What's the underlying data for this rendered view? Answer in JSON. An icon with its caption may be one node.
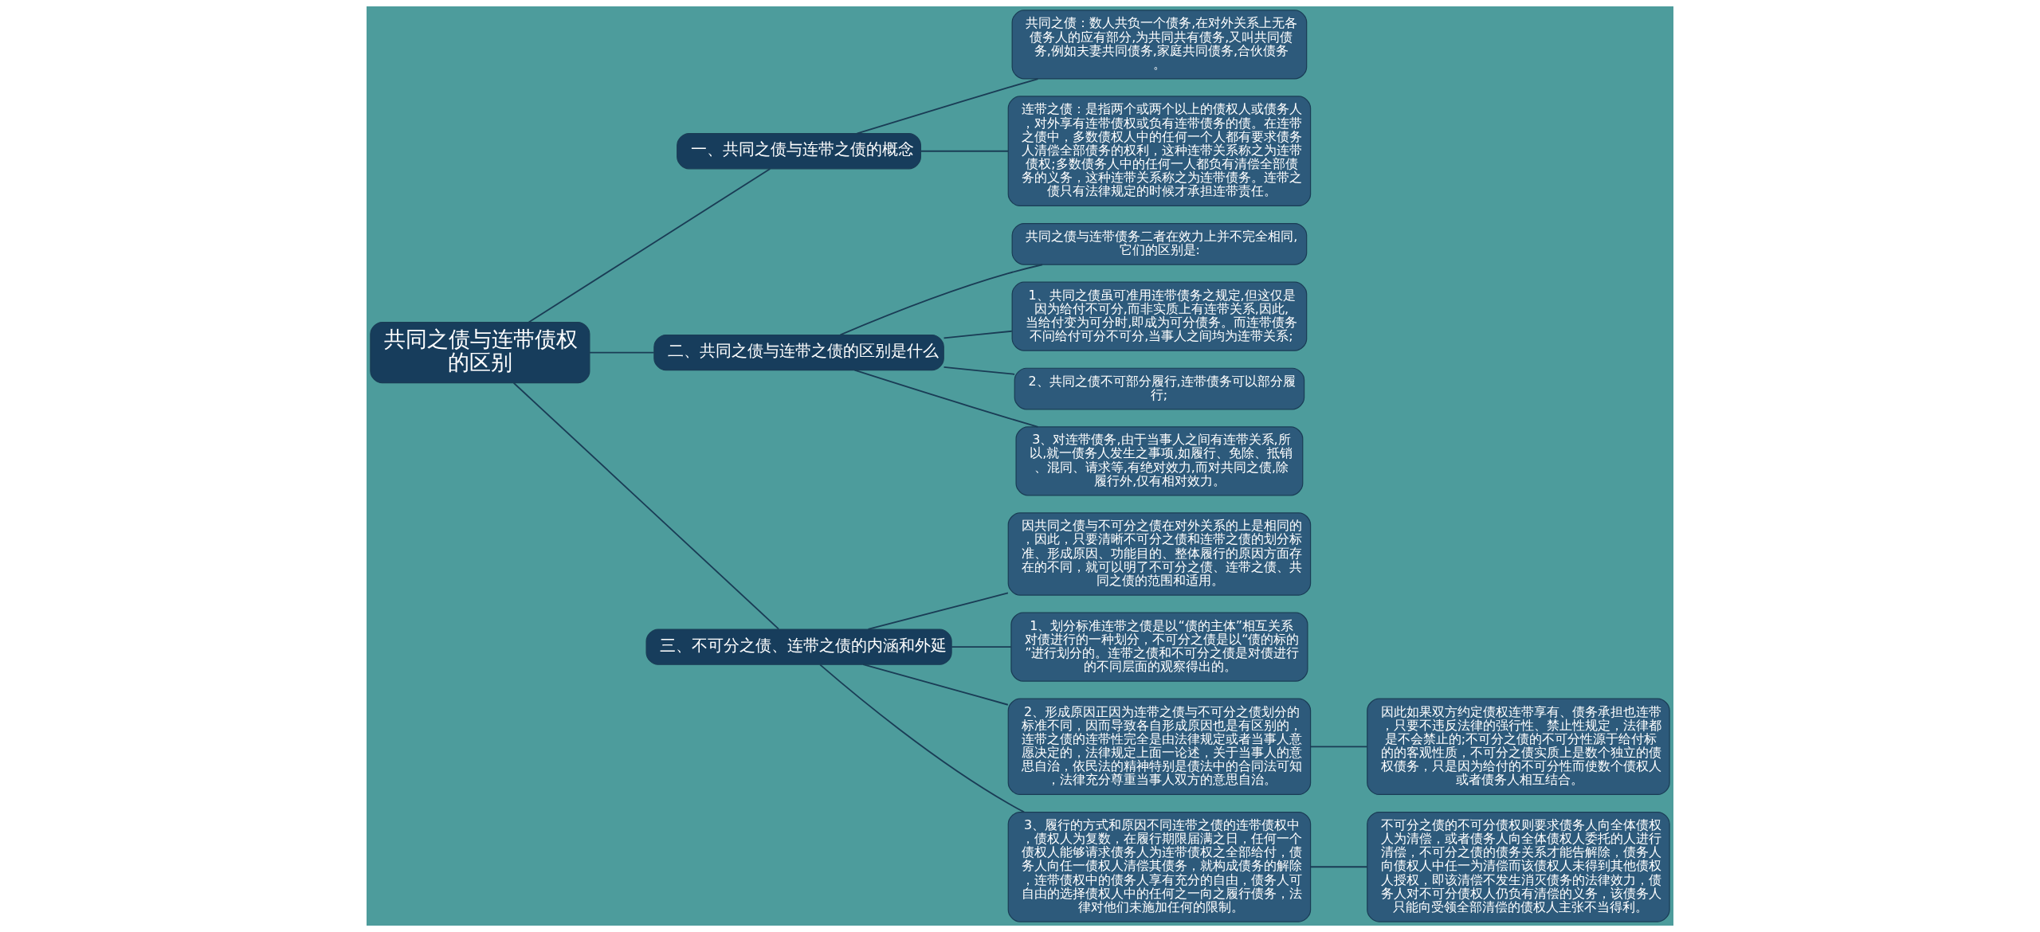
{
  "diagram": {
    "nodes": [
      {
        "text": [
          "共同之债与连带债权的区别"
        ]
      },
      {
        "text": [
          "一、共同之债与连带之债的概念"
        ]
      },
      {
        "text": [
          "共同之债：数人共负一个债务,在对外关系上无各债务人的应有部分,为共同共有债务,又叫共同债务,例如夫妻共同债务,家庭共同债务,合伙债务。"
        ]
      },
      {
        "text": [
          "连带之债：是指两个或两个以上的债权人或债务人，对外享有连带债权或负有连带债务的债。在连带之债中，多数债权人中的任何一个人都有要求债务人清偿全部债务的权利，这种连带关系称之为连带债权;多数债务人中的任何一人都负有清偿全部债务的义务，这种连带关系称之为连带债务。连带之债只有法律规定的时候才承担连带责任。"
        ]
      },
      {
        "text": [
          "二、共同之债与连带之债的区别是什么"
        ]
      },
      {
        "text": [
          "共同之债与连带债务二者在效力上并不完全相同,它们的区别是:"
        ]
      },
      {
        "text": [
          "1、共同之债虽可准用连带债务之规定,但这仅是因为给付不可分,而非实质上有连带关系,因此,当给付变为可分时,即成为可分债务。而连带债务不问给付可分不可分,当事人之间均为连带关系;"
        ]
      },
      {
        "text": [
          "2、共同之债不可部分履行,连带债务可以部分履行;"
        ]
      },
      {
        "text": [
          "3、对连带债务,由于当事人之间有连带关系,所以,就一债务人发生之事项,如履行、免除、抵销、混同、请求等,有绝对效力,而对共同之债,除履行外,仅有相对效力。"
        ]
      },
      {
        "text": [
          "三、不可分之债、连带之债的内涵和外延"
        ]
      },
      {
        "text": [
          "因共同之债与不可分之债在对外关系的上是相同的，因此，只要清晰不可分之债和连带之债的划分标准、形成原因、功能目的、整体履行的原因方面存在的不同，就可以明了不可分之债、连带之债、共同之债的范围和适用。"
        ]
      },
      {
        "text": [
          "1、划分标准连带之债是以“债的主体”相互关系对债进行的一种划分，不可分之债是以“债的标的”进行划分的。连带之债和不可分之债是对债进行的不同层面的观察得出的。"
        ]
      },
      {
        "text": [
          "2、形成原因正因为连带之债与不可分之债划分的标准不同，因而导致各自形成原因也是有区别的，连带之债的连带性完全是由法律规定或者当事人意愿决定的，法律规定上面一论述，关于当事人的意思自治，依民法的精神特别是债法中的合同法可知，法律充分尊重当事人双方的意思自治。"
        ]
      },
      {
        "text": [
          "因此如果双方约定债权连带享有、债务承担也连带，只要不违反法律的强行性、禁止性规定，法律都是不会禁止的;不可分之债的不可分性源于给付标的的客观性质，不可分之债实质上是数个独立的债权债务，只是因为给付的不可分性而使数个债权人或者债务人相互结合。"
        ]
      },
      {
        "text": [
          "3、履行的方式和原因不同连带之债的连带债权中，债权人为复数，在履行期限届满之日，任何一个债权人能够请求债务人为连带债权之全部给付，债务人向任一债权人清偿其债务，就构成债务的解除，连带债权中的债务人享有充分的自由，债务人可自由的选择债权人中的任何之一向之履行债务，法律对他们未施加任何的限制。"
        ]
      },
      {
        "text": [
          "不可分之债的不可分债权则要求债务人向全体债权人为清偿，或者债务人向全体债权人委托的人进行清偿，不可分之债的债务关系才能告解除，债务人向债权人中任一为清偿而该债权人未得到其他债权人授权，即该清偿不发生消灭债务的法律效力，债务人对不可分债权人仍负有清偿的义务，该债务人只能向受领全部清偿的债权人主张不当得利。"
        ]
      }
    ],
    "edges": [
      {
        "from": 0,
        "to": 1,
        "arrow": "none"
      },
      {
        "from": 1,
        "to": 2,
        "arrow": "none"
      },
      {
        "from": 1,
        "to": 3,
        "arrow": "none"
      },
      {
        "from": 0,
        "to": 4,
        "arrow": "none"
      },
      {
        "from": 4,
        "to": 5,
        "arrow": "none"
      },
      {
        "from": 4,
        "to": 6,
        "arrow": "none"
      },
      {
        "from": 4,
        "to": 7,
        "arrow": "none"
      },
      {
        "from": 4,
        "to": 8,
        "arrow": "none"
      },
      {
        "from": 0,
        "to": 9,
        "arrow": "none"
      },
      {
        "from": 9,
        "to": 10,
        "arrow": "none"
      },
      {
        "from": 9,
        "to": 11,
        "arrow": "none"
      },
      {
        "from": 9,
        "to": 12,
        "arrow": "none"
      },
      {
        "from": 12,
        "to": 13,
        "arrow": "none"
      },
      {
        "from": 9,
        "to": 14,
        "arrow": "none"
      },
      {
        "from": 14,
        "to": 15,
        "arrow": "none"
      }
    ]
  }
}
